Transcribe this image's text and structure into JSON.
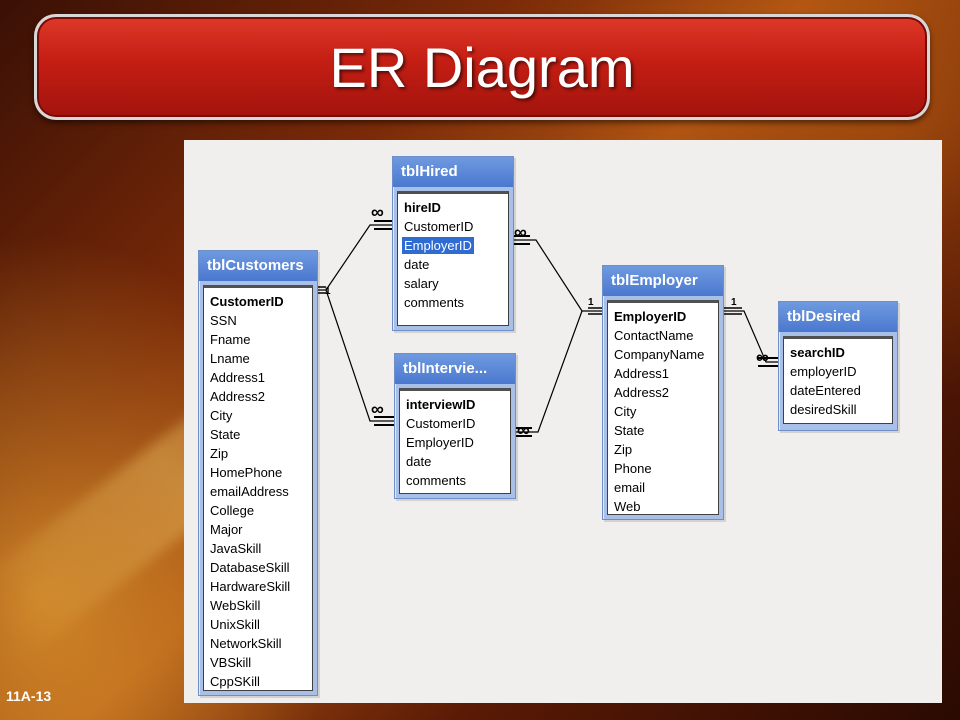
{
  "slide": {
    "title": "ER Diagram",
    "number": "11A-13"
  },
  "tables": {
    "customers": {
      "name": "tblCustomers",
      "fields": [
        "CustomerID",
        "SSN",
        "Fname",
        "Lname",
        "Address1",
        "Address2",
        "City",
        "State",
        "Zip",
        "HomePhone",
        "emailAddress",
        "College",
        "Major",
        "JavaSkill",
        "DatabaseSkill",
        "HardwareSkill",
        "WebSkill",
        "UnixSkill",
        "NetworkSkill",
        "VBSkill",
        "CppSKill"
      ],
      "primary_key": "CustomerID"
    },
    "hired": {
      "name": "tblHired",
      "fields": [
        "hireID",
        "CustomerID",
        "EmployerID",
        "date",
        "salary",
        "comments"
      ],
      "primary_key": "hireID",
      "selected_field": "EmployerID"
    },
    "interview": {
      "name": "tblIntervie...",
      "fields": [
        "interviewID",
        "CustomerID",
        "EmployerID",
        "date",
        "comments"
      ],
      "primary_key": "interviewID"
    },
    "employer": {
      "name": "tblEmployer",
      "fields": [
        "EmployerID",
        "ContactName",
        "CompanyName",
        "Address1",
        "Address2",
        "City",
        "State",
        "Zip",
        "Phone",
        "email",
        "Web"
      ],
      "primary_key": "EmployerID"
    },
    "desired": {
      "name": "tblDesired",
      "fields": [
        "searchID",
        "employerID",
        "dateEntered",
        "desiredSkill"
      ],
      "primary_key": "searchID"
    }
  },
  "relationships": [
    {
      "from": "tblCustomers",
      "to": "tblHired",
      "one": "1",
      "many": "∞"
    },
    {
      "from": "tblCustomers",
      "to": "tblIntervie...",
      "one": "1",
      "many": "∞"
    },
    {
      "from": "tblEmployer",
      "to": "tblHired",
      "one": "1",
      "many": "∞"
    },
    {
      "from": "tblEmployer",
      "to": "tblIntervie...",
      "one": "1",
      "many": "∞"
    },
    {
      "from": "tblEmployer",
      "to": "tblDesired",
      "one": "1",
      "many": "∞"
    }
  ],
  "colors": {
    "title_bar": "#c41e14",
    "table_header": "#4a78cf",
    "selection": "#2f6bd0"
  }
}
